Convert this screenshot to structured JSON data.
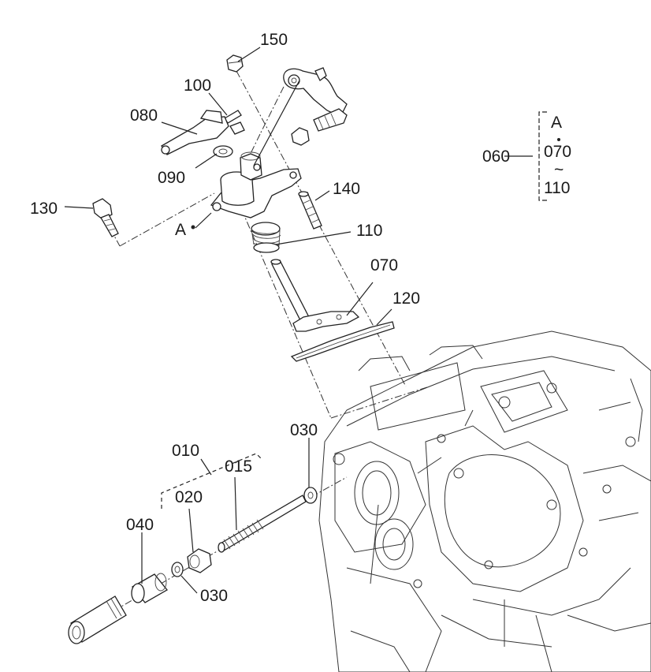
{
  "labels": {
    "p150": "150",
    "p100": "100",
    "p080": "080",
    "p090": "090",
    "p130": "130",
    "pA": "A",
    "p140": "140",
    "p110": "110",
    "p070": "070",
    "p120": "120",
    "p030a": "030",
    "p010": "010",
    "p015": "015",
    "p020": "020",
    "p040": "040",
    "p030b": "030"
  },
  "legend": {
    "ref": "060",
    "head": "A",
    "from": "070",
    "tilde": "~",
    "to": "110"
  }
}
